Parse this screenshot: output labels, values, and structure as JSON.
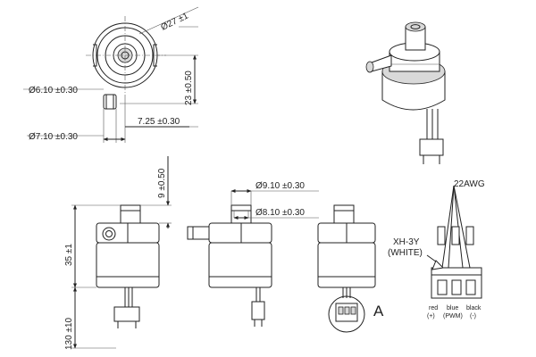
{
  "dimensions": {
    "outer_diameter": "Ø27 ±1",
    "outlet_diameter_top": "Ø6.10 ±0.30",
    "outlet_diameter_bottom": "Ø7.10 ±0.30",
    "center_to_outlet_vertical": "23 ±0.50",
    "center_to_outlet_horizontal": "7.25 ±0.30",
    "inlet_height": "9 ±0.50",
    "inlet_diameter_outer": "Ø9.10 ±0.30",
    "inlet_diameter_inner": "Ø8.10 ±0.30",
    "body_height": "35 ±1",
    "cable_length": "130 ±10"
  },
  "connector": {
    "wire_gauge": "22AWG",
    "connector_type_line1": "XH-3Y",
    "connector_type_line2": "(WHITE)",
    "detail_marker": "A",
    "pins": [
      {
        "color": "red",
        "function": "(+)"
      },
      {
        "color": "blue",
        "function": "(PWM)"
      },
      {
        "color": "black",
        "function": "(-)"
      }
    ]
  }
}
